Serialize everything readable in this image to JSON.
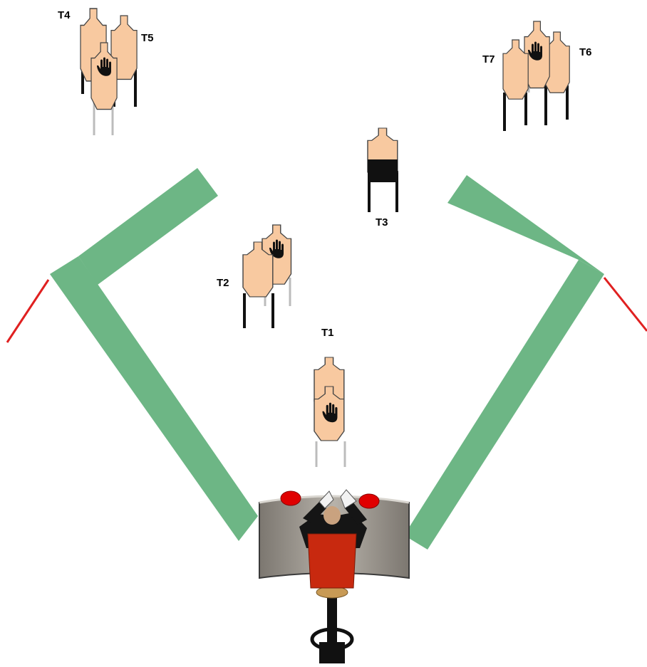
{
  "colors": {
    "wall": "#6db685",
    "fault_line": "#e02020",
    "target_fill": "#f8c9a0",
    "target_stroke": "#444444",
    "stand_dark": "#111111",
    "stand_light": "#bcbcbc",
    "hardcover": "#111111",
    "desk": "#9a958e",
    "button": "#e00000",
    "shooter_shirt": "#c8290f",
    "shooter_jacket": "#151515",
    "shooter_skin": "#c9a27f",
    "stool_seat": "#c89a55"
  },
  "targets": {
    "t1": {
      "label": "T1",
      "no_shoot_icon": "hand-icon"
    },
    "t2": {
      "label": "T2",
      "no_shoot_icon": "hand-icon"
    },
    "t3": {
      "label": "T3"
    },
    "t4": {
      "label": "T4"
    },
    "t5": {
      "label": "T5",
      "no_shoot_icon": "hand-icon"
    },
    "t6": {
      "label": "T6",
      "no_shoot_icon": "hand-icon"
    },
    "t7": {
      "label": "T7"
    }
  },
  "props": {
    "desk_buttons": 2,
    "shooter_pose": "hands-up",
    "stool": "bar-stool"
  }
}
